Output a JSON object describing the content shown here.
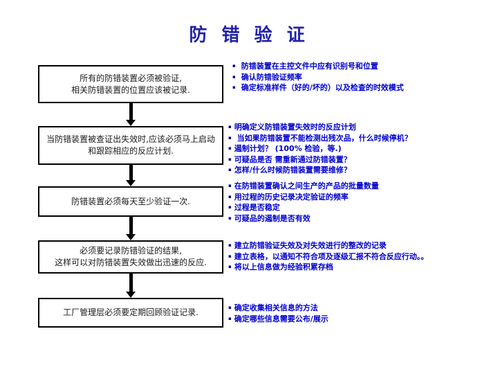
{
  "title": "防 错 验 证",
  "colors": {
    "title_blue": "#2222AA",
    "note_text_blue": "#0000CC",
    "bullet_navy": "#00008B",
    "box_border": "#000000",
    "box_text": "#1A1A1A",
    "arrow": "#000000",
    "background": "#FFFFFF"
  },
  "notes_bullet_glyph": "▪",
  "flow": {
    "boxes": [
      {
        "text": "所有的防错装置必须被验证,\n相关防错装置的位置应该被记录."
      },
      {
        "text": "当防错装置被查证出失效时,应该必须马上启动和跟踪相应的反应计划."
      },
      {
        "text": "防错装置必须每天至少验证一次."
      },
      {
        "text": "必须要记录防错验证的结果,\n这样可以对防错装置失效做出迅速的反应."
      },
      {
        "text": "工厂管理层必须要定期回顾验证记录."
      }
    ]
  },
  "notes": {
    "groups": [
      {
        "bullets": [
          "防错装置在主控文件中应有识别号和位置",
          "确认防错验证频率",
          "确定标准样件（好的/坏的）以及检查的时效模式"
        ]
      },
      {
        "bullets": [
          "明确定义防错装置失效时的反应计划",
          " 当如果防错装置不能检测出残次品，什么时候停机？",
          "遏制计划？ (100% 检验，等.)",
          "可疑品是否 需重新通过防错装置？",
          "怎样/什么时候防错装置需要维修？"
        ]
      },
      {
        "bullets": [
          "在防错装置确认之间生产的产品的批量数量",
          "用过程的历史记录决定验证的频率",
          "过程是否稳定",
          "可疑品的遏制是否有效"
        ]
      },
      {
        "bullets": [
          "建立防错验证失效及对失效进行的整改的记录",
          "建立表格，以通知不符合项及逐级汇报不符合反应行动。。",
          "将以上信息做为经验积累存档"
        ]
      },
      {
        "bullets": [
          "确定收集相关信息的方法",
          "确定哪些信息需要公布/展示"
        ]
      }
    ]
  }
}
